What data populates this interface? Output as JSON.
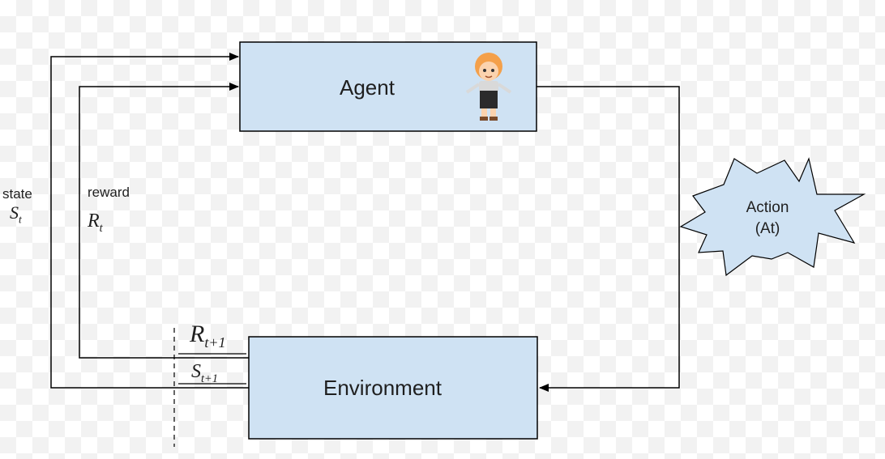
{
  "agent": {
    "label": "Agent",
    "figure_icon": "cartoon-boy-icon"
  },
  "environment": {
    "label": "Environment"
  },
  "action": {
    "line1": "Action",
    "line2": "(At)"
  },
  "state": {
    "label": "state",
    "symbol": "S",
    "subscript": "t"
  },
  "reward": {
    "label": "reward",
    "symbol": "R",
    "subscript": "t"
  },
  "next_reward": {
    "symbol": "R",
    "subscript": "t+1"
  },
  "next_state": {
    "symbol": "S",
    "subscript": "t+1"
  },
  "colors": {
    "box_fill": "#cfe2f3",
    "stroke": "#000000",
    "burst_fill": "#cfe2f3"
  }
}
